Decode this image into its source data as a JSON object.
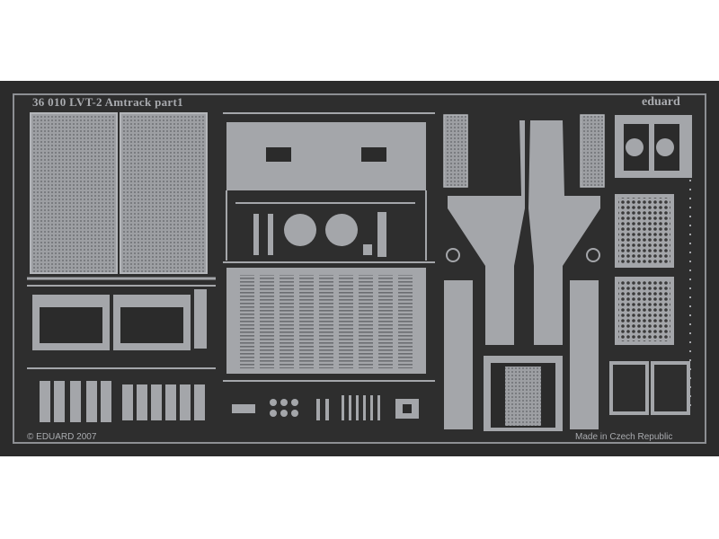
{
  "sheet": {
    "title": "36 010  LVT-2 Amtrack   part1",
    "brand": "eduard",
    "copyright": "© EDUARD 2007",
    "origin": "Made in Czech Republic"
  },
  "colors": {
    "background": "#ffffff",
    "fret": "#2b2b2b",
    "metal": "#a4a6aa",
    "metal_dark": "#7f8185",
    "text": "#a9abaf"
  }
}
